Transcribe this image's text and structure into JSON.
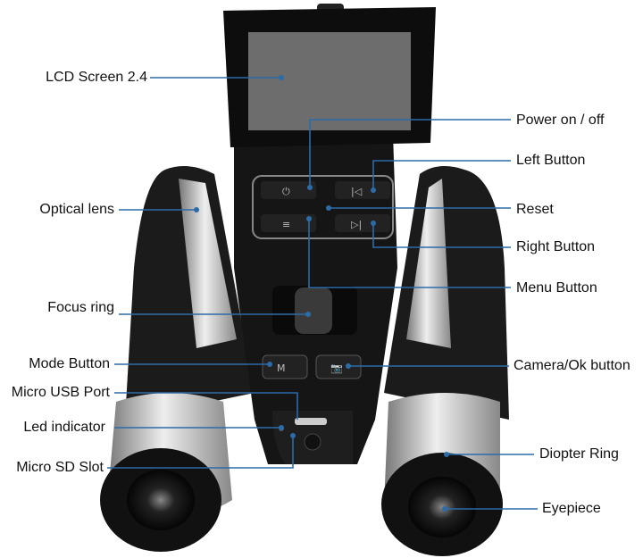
{
  "labels": {
    "lcd_screen": "LCD Screen 2.4",
    "optical_lens": "Optical lens",
    "focus_ring": "Focus ring",
    "mode_button": "Mode Button",
    "micro_usb_port": "Micro USB Port",
    "led_indicator": "Led indicator",
    "micro_sd_slot": "Micro SD Slot",
    "power": "Power on / off",
    "left_button": "Left Button",
    "reset": "Reset",
    "right_button": "Right Button",
    "menu_button": "Menu Button",
    "camera_ok_button": "Camera/Ok button",
    "diopter_ring": "Diopter Ring",
    "eyepiece": "Eyepiece"
  },
  "colors": {
    "leader_line": "#2b6ca8",
    "body": "#1a1a1a",
    "silver": "#c8c8c8"
  }
}
